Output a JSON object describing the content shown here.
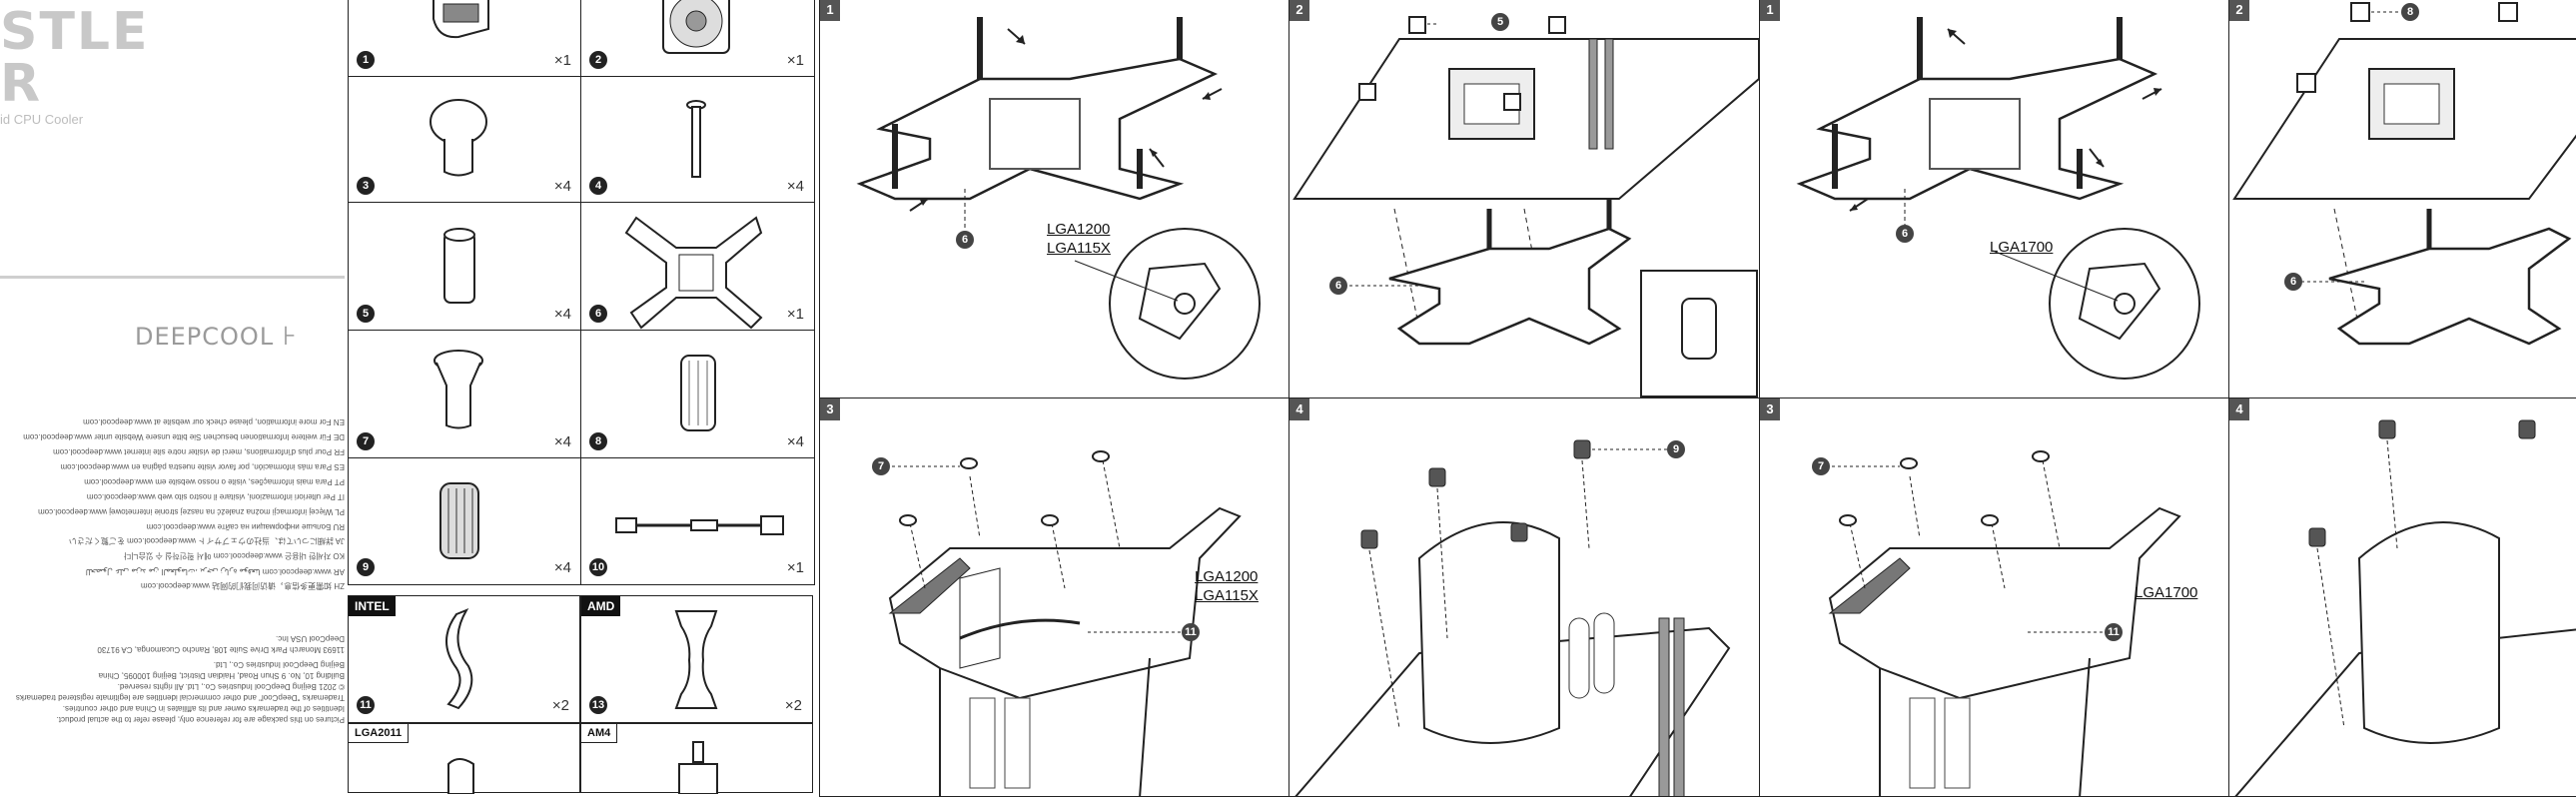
{
  "cover": {
    "title_line1": "STLE",
    "title_line2": "R",
    "subtitle": "id CPU Cooler",
    "brand": "DEEPCOOL",
    "rotated_lines": [
      "Pictures on this package are for reference only, please refer to the actual product.",
      "Identities of the trademarks owner and its affiliates in China and other countries.",
      "Trademarks \"DeepCool\" and other commercial identities are legitimate registered trademarks",
      "© 2021 Beijing DeepCool Industries Co., Ltd. All rights reserved.",
      "Building 10, No. 9 Shun Road, Haidian District, Beijing 100095, China",
      "Beijing DeepCool Industries Co., Ltd.",
      "11693 Monarch Park Drive Suite 108, Rancho Cucamonga, CA 91730",
      "DeepCool USA Inc.",
      "ZH  如需更多信息，请访问我们的网站 www.deepcool.com",
      "AR  www.deepcool.com للحصول على مزيد من المعلومات، يرجى زيارة موقعنا",
      "KO  자세한 내용은 www.deepcool.com 에서 확인하실 수 있습니다",
      "JA  詳細については、当社のウェブサイト www.deepcool.com をご覧ください",
      "RU  Больше информации на сайте www.deepcool.com",
      "PL  Więcej informacji można znaleźć na naszej stronie internetowej www.deepcool.com",
      "IT  Per ulteriori informazioni, visitare il nostro sito web www.deepcool.com",
      "PT  Para mais informações, visite o nosso website em www.deepcool.com",
      "ES  Para más información, por favor visite nuestra página en www.deepcool.com",
      "FR  Pour plus d'informations, merci de visiter notre site internet www.deepcool.com",
      "DE  Für weitere Informationen besuchen Sie bitte unsere Website unter www.deepcool.com",
      "EN  For more information, please check our website at www.deepcool.com"
    ]
  },
  "parts": [
    {
      "num": "1",
      "qty": "×1",
      "icon": "tube-tool-icon"
    },
    {
      "num": "2",
      "qty": "×1",
      "icon": "fan-icon"
    },
    {
      "num": "3",
      "qty": "×4",
      "icon": "thumb-screw-icon"
    },
    {
      "num": "4",
      "qty": "×4",
      "icon": "long-screw-icon"
    },
    {
      "num": "5",
      "qty": "×4",
      "icon": "standoff-nut-icon"
    },
    {
      "num": "6",
      "qty": "×1",
      "icon": "backplate-icon"
    },
    {
      "num": "7",
      "qty": "×4",
      "icon": "flat-screw-icon"
    },
    {
      "num": "8",
      "qty": "×4",
      "icon": "knurled-nut-icon"
    },
    {
      "num": "9",
      "qty": "×4",
      "icon": "thumb-nut-icon"
    },
    {
      "num": "10",
      "qty": "×1",
      "icon": "fan-cable-icon"
    }
  ],
  "brackets": [
    {
      "tag": "INTEL",
      "num": "11",
      "qty": "×2",
      "socket": "LGA2011"
    },
    {
      "tag": "AMD",
      "num": "13",
      "qty": "×2",
      "socket": "AM4"
    }
  ],
  "steps": {
    "s1": "1",
    "s2": "2",
    "s3": "3",
    "s4": "4",
    "s1b": "1",
    "s2b": "2",
    "s3b": "3",
    "s4b": "4"
  },
  "labels": {
    "lga1200": "LGA1200",
    "lga115x": "LGA115X",
    "lga1700": "LGA1700",
    "b5": "5",
    "b6": "6",
    "b7": "7",
    "b8": "8",
    "b9": "9",
    "b11": "11"
  }
}
